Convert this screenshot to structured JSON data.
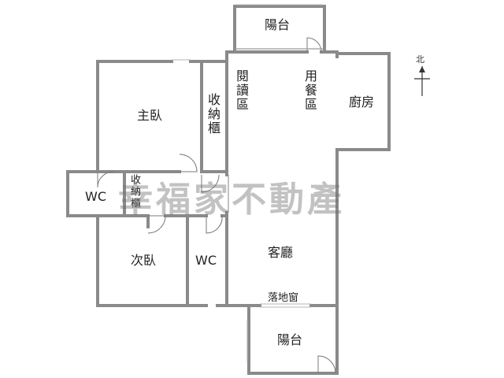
{
  "rooms": {
    "balcony_top": "陽台",
    "reading_area": "閱讀區",
    "dining_area": "用餐區",
    "kitchen": "廚房",
    "master_bedroom": "主臥",
    "storage_1": "收納櫃",
    "storage_2": "收納櫃",
    "wc_left": "WC",
    "wc_mid": "WC",
    "second_bedroom": "次臥",
    "living_room": "客廳",
    "french_window": "落地窗",
    "balcony_bottom": "陽台"
  },
  "compass": {
    "label": "北",
    "icon": "north-arrow-icon"
  },
  "watermark": "幸福家不動產"
}
